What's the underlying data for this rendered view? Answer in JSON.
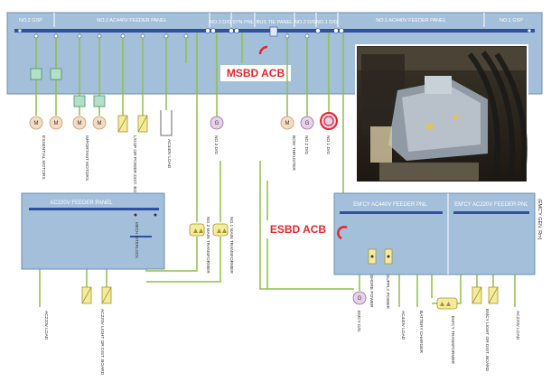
{
  "main_switchboard": {
    "sections": [
      {
        "id": "no2gsp",
        "label": "NO.2 GSP"
      },
      {
        "id": "no2ac440",
        "label": "NO.2 AC440V FEEDER PANEL"
      },
      {
        "id": "no3dg",
        "label": "NO.3 D/G"
      },
      {
        "id": "syn",
        "label": "SYN PNL"
      },
      {
        "id": "bustie",
        "label": "BUS TIE PANEL"
      },
      {
        "id": "no2dg",
        "label": "NO.2 D/G"
      },
      {
        "id": "no1dg",
        "label": "NO.1 D/G"
      },
      {
        "id": "no1ac440",
        "label": "NO.1 AC440V FEEDER PANEL"
      },
      {
        "id": "no1gsp",
        "label": "NO.1 GSP"
      }
    ],
    "annotation": "MSBD ACB"
  },
  "ac220_panel": {
    "title": "AC220V FEEDER PANEL"
  },
  "emergency_board": {
    "annotation": "ESBD ACB",
    "panel_440": "EM'CY AC440V FEEDER PNL",
    "panel_220": "EM'CY AC220V FEEDER PNL",
    "side_label": "(EMC'Y GEN. Rm)"
  },
  "loads": {
    "essential_motors": "ESSENTIAL MOTORS",
    "important_motors": "IMPORTANT MOTORS",
    "lgsp_dist": "L/GSP OR POWER DIST. BOARD",
    "ac440_load": "AC440V LOAD",
    "no3_dg": "NO.3 D/G",
    "no2_main_tr": "NO.2 MAIN TRANSFORMER",
    "no1_main_tr": "NO.1 MAIN TRANSFORMER",
    "bow_thruster": "BOW THRUSTER",
    "no2_dg": "NO.2 D/G",
    "no1_dg": "NO.1 D/G",
    "ac220_load": "AC220V LOAD",
    "light_dist": "AC220V LIGHT OR DIST. BOARD",
    "mech_interlock": "MECH INTERLOCK",
    "emcy_dg": "EMCY D/G",
    "shore_power": "SHORE POWER",
    "supply_power": "SUPPLY POWER",
    "emcy_ac440_load": "AC440V LOAD",
    "battery_charger": "BATTERY CHARGER",
    "emcy_transformer": "EM'CY TRANSFORMER",
    "emcy_light": "EMCY LIGHT OR DIST. BOARD",
    "emcy_ac220_load": "AC220V LOAD"
  },
  "symbols": {
    "motor": "M",
    "generator": "G"
  },
  "colors": {
    "panel": "#a3bfda",
    "bus": "#2f4fa0",
    "cable": "#8fc046",
    "breaker": "#b4dfc8",
    "annotation": "#e8242c"
  }
}
